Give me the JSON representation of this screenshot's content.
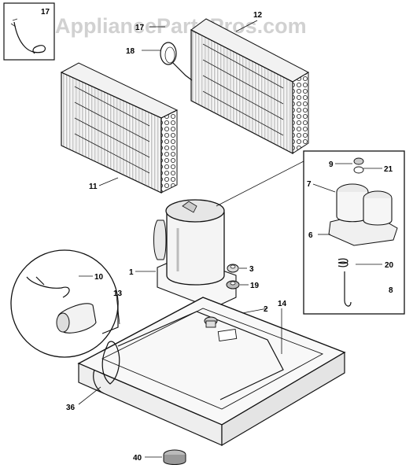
{
  "watermark": "AppliancePartsPros.com",
  "callouts": {
    "c1": "1",
    "c2": "2",
    "c3": "3",
    "c6": "6",
    "c7": "7",
    "c8": "8",
    "c9": "9",
    "c10": "10",
    "c11": "11",
    "c12": "12",
    "c13": "13",
    "c14": "14",
    "c17a": "17",
    "c17b": "17",
    "c18": "18",
    "c19": "19",
    "c20": "20",
    "c21": "21",
    "c36": "36",
    "c40": "40"
  }
}
